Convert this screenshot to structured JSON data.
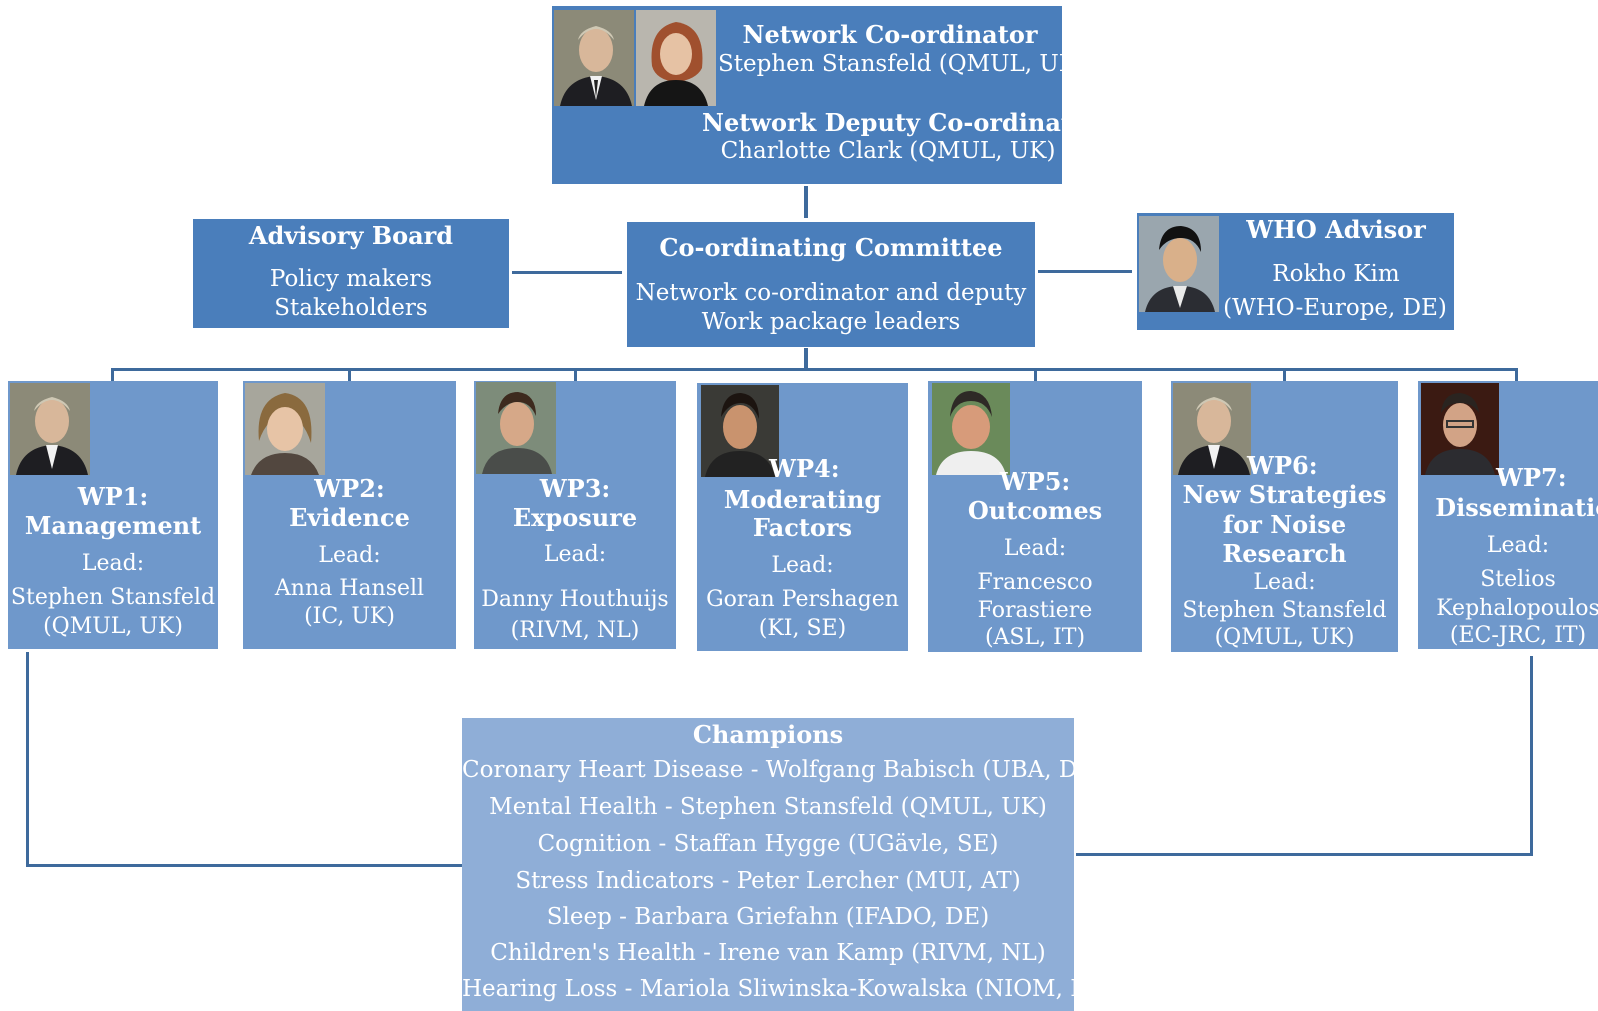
{
  "coordinator": {
    "title": "Network Co-ordinator",
    "name": "Stephen Stansfeld (QMUL, UK)",
    "deputy_title": "Network Deputy Co-ordinator",
    "deputy_name": "Charlotte Clark (QMUL, UK)"
  },
  "advisory": {
    "title": "Advisory Board",
    "line1": "Policy makers",
    "line2": "Stakeholders"
  },
  "committee": {
    "title": "Co-ordinating Committee",
    "line1": "Network co-ordinator and deputy",
    "line2": "Work package leaders"
  },
  "who": {
    "title": "WHO Advisor",
    "name": "Rokho Kim",
    "org": "(WHO-Europe, DE)"
  },
  "workpackages": [
    {
      "code": "WP1:",
      "title1": "Management",
      "lead_label": "Lead:",
      "lead1": "Stephen Stansfeld",
      "lead2": "(QMUL, UK)"
    },
    {
      "code": "WP2:",
      "title1": "Evidence",
      "lead_label": "Lead:",
      "lead1": "Anna Hansell",
      "lead2": "(IC, UK)"
    },
    {
      "code": "WP3:",
      "title1": "Exposure",
      "lead_label": "Lead:",
      "lead1": "Danny Houthuijs",
      "lead2": "(RIVM, NL)"
    },
    {
      "code": "WP4:",
      "title1": "Moderating",
      "title2": "Factors",
      "lead_label": "Lead:",
      "lead1": "Goran Pershagen",
      "lead2": "(KI, SE)"
    },
    {
      "code": "WP5:",
      "title1": "Outcomes",
      "lead_label": "Lead:",
      "lead1": "Francesco",
      "lead2": "Forastiere",
      "lead3": "(ASL, IT)"
    },
    {
      "code": "WP6:",
      "title1": "New Strategies",
      "title2": "for Noise",
      "title3": "Research",
      "lead_label": "Lead:",
      "lead1": "Stephen Stansfeld",
      "lead2": "(QMUL, UK)"
    },
    {
      "code": "WP7:",
      "title1": "Dissemination",
      "lead_label": "Lead:",
      "lead1": "Stelios",
      "lead2": "Kephalopoulos",
      "lead3": "(EC-JRC, IT)"
    }
  ],
  "champions": {
    "title": "Champions",
    "items": [
      "Coronary Heart Disease - Wolfgang Babisch (UBA, DE)",
      "Mental Health - Stephen Stansfeld (QMUL, UK)",
      "Cognition - Staffan Hygge (UGävle, SE)",
      "Stress Indicators - Peter Lercher (MUI, AT)",
      "Sleep - Barbara Griefahn (IFADO, DE)",
      "Children's Health - Irene van Kamp (RIVM, NL)",
      "Hearing Loss - Mariola Sliwinska-Kowalska (NIOM, PL)"
    ]
  },
  "colors": {
    "top_box": "#4a7ebb",
    "wp_box": "#6f98cb",
    "champions_box": "#8faed7",
    "connector": "#3e6a9c"
  }
}
